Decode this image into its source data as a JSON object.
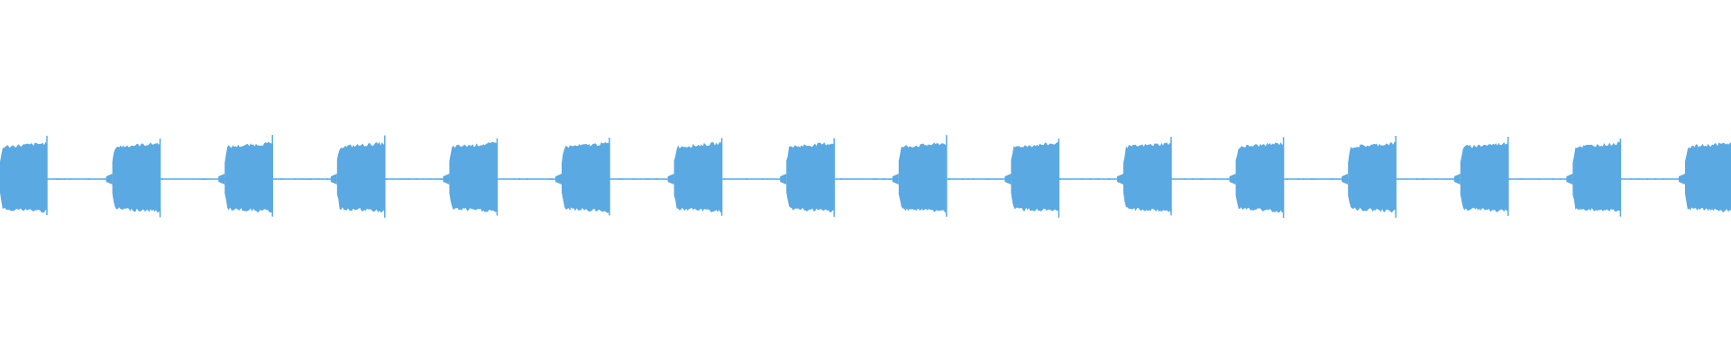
{
  "waveform": {
    "color": "#5aa9e2",
    "background": "#ffffff",
    "burst_count": 16,
    "bursts": [
      {
        "index": 1,
        "cut_off": true
      },
      {
        "index": 2
      },
      {
        "index": 3
      },
      {
        "index": 4
      },
      {
        "index": 5
      },
      {
        "index": 6
      },
      {
        "index": 7
      },
      {
        "index": 8
      },
      {
        "index": 9
      },
      {
        "index": 10
      },
      {
        "index": 11
      },
      {
        "index": 12
      },
      {
        "index": 13
      },
      {
        "index": 14
      },
      {
        "index": 15
      },
      {
        "index": 16,
        "cut_off": true
      }
    ]
  }
}
